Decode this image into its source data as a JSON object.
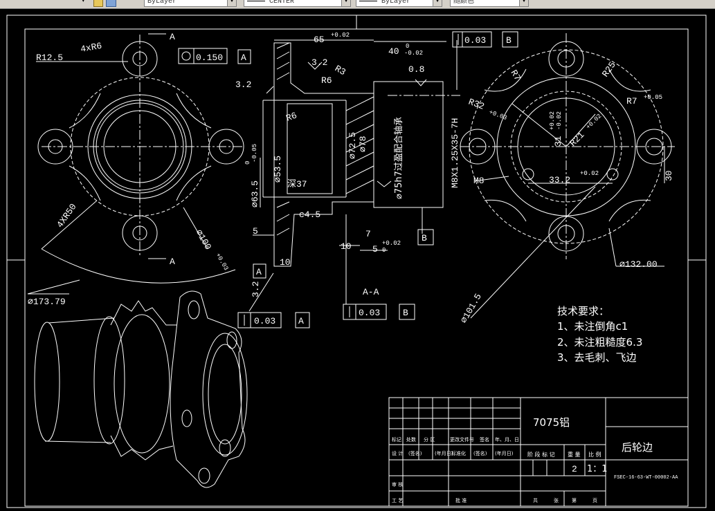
{
  "toolbar": {
    "layer_value": "ByLayer",
    "linetype_value": "CENTER",
    "lineweight_value": "ByLayer",
    "color_value": "随颜色"
  },
  "drawing": {
    "section_label": "A-A",
    "view_marker_top": "A",
    "view_marker_bottom": "A",
    "dims": {
      "r12_5": "R12.5",
      "holes_4xr6": "4xR6",
      "holes_4xr50": "4XR50",
      "dia_173": "⌀173.79",
      "dia_100": "⌀100",
      "tol_100": "+0.03",
      "w65": "65",
      "tol_65": "+0.02",
      "w40": "40",
      "tol_40a": "0",
      "tol_40b": "-0.02",
      "rough_3_2": "3.2",
      "rough_0_8": "0.8",
      "r3": "R3",
      "r6a": "R6",
      "r6b": "R6",
      "dia_53_5": "⌀53.5",
      "depth_37": "深37",
      "dia_63_5": "⌀63.5",
      "tol_63a": "0",
      "tol_63b": "-0.05",
      "dia_72_5": "⌀72.5",
      "dia_78": "⌀78",
      "fit_note": "⌀75h7过盈配合轴承",
      "thread_note": "M8X1.25X35-7H",
      "c4_5": "c4.5",
      "d5": "5",
      "d10a": "10",
      "d10b": "10",
      "d7": "7",
      "d5b": "5",
      "tol_5": "+0.02",
      "tol_5b": "0",
      "r7a": "R7",
      "r25": "R25",
      "r7b": "R7",
      "tol_r7": "+0.05",
      "r32": "R32",
      "tol_r32": "+0.03",
      "d31": "31",
      "tol_31a": "+0.02",
      "tol_31b": "-0.02",
      "r21": "R21",
      "tol_r21": "+0.02",
      "m8": "M8",
      "d33_2": "33.2",
      "tol_33": "+0.02",
      "d30": "30",
      "dia_132": "⌀132.00",
      "dia_101_5": "⌀101.5"
    },
    "tolerances": {
      "flatness_value": "0.150",
      "perp_top_value": "0.03",
      "perp_top_datum": "B",
      "datum_a": "A",
      "datum_b": "B",
      "perp_left_value": "0.03",
      "perp_left_datum": "A",
      "perp_mid_value": "0.03",
      "perp_mid_datum": "B",
      "datum_a_lower": "A"
    },
    "notes": {
      "title": "技术要求：",
      "item1": "1、未注倒角c1",
      "item2": "2、未注粗糙度6.3",
      "item3": "3、去毛刺、飞边"
    },
    "title_block": {
      "material": "7075铝",
      "part_name": "后轮边",
      "drawing_no": "FSEC-16-63-WT-00002-AA",
      "scale": "1：1",
      "scale_pre": "2",
      "row_headers": [
        "标记",
        "处数",
        "分 区",
        "更改文件号",
        "签名",
        "年、月、日"
      ],
      "design_row": [
        "设 计",
        "(签名)",
        "(年月日)",
        "标准化",
        "(签名)",
        "(年月日)"
      ],
      "stage_row": [
        "阶 段 标 记",
        "重 量",
        "比 例"
      ],
      "review": "审 核",
      "process": "工 艺",
      "approve": "批 准",
      "sheets": [
        "共",
        "张",
        "第",
        "页"
      ]
    }
  }
}
